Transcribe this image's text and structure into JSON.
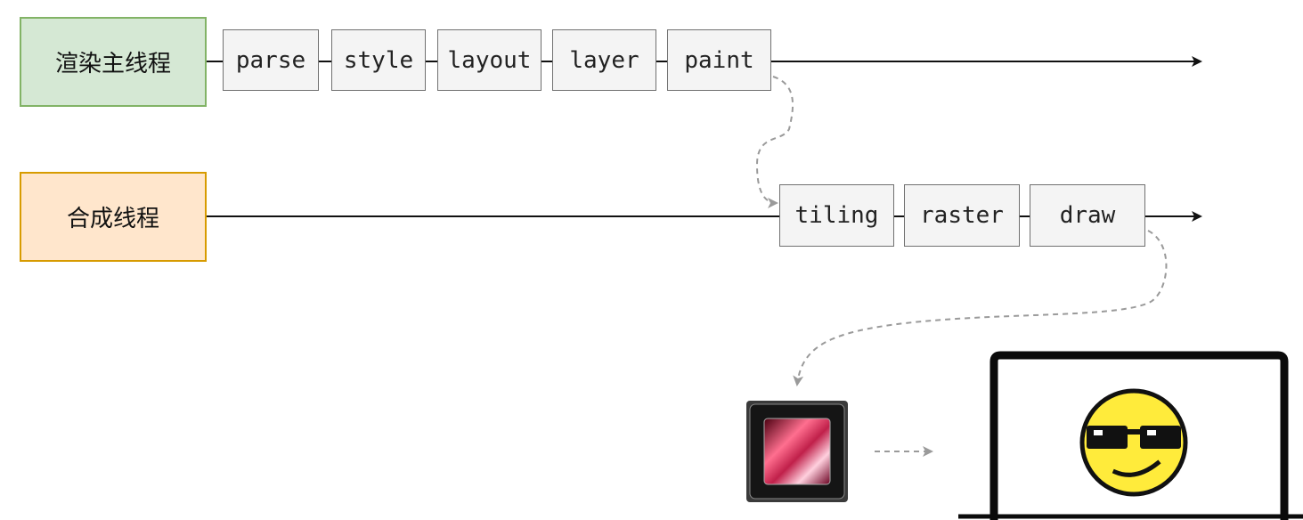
{
  "threads": {
    "main": {
      "label": "渲染主线程",
      "fill": "#d5e8d4",
      "stroke": "#82b366"
    },
    "compositor": {
      "label": "合成线程",
      "fill": "#ffe6cc",
      "stroke": "#d79b00"
    }
  },
  "main_steps": [
    {
      "label": "parse"
    },
    {
      "label": "style"
    },
    {
      "label": "layout"
    },
    {
      "label": "layer"
    },
    {
      "label": "paint"
    }
  ],
  "compositor_steps": [
    {
      "label": "tiling"
    },
    {
      "label": "raster"
    },
    {
      "label": "draw"
    }
  ],
  "icons": {
    "gpu": "gpu-chip-icon",
    "monitor": "monitor-icon",
    "face": "sunglasses-smiley-icon"
  },
  "colors": {
    "step_fill": "#f4f4f4",
    "step_stroke": "#707070",
    "dashed_arrow": "#9a9a9a",
    "timeline": "#111111"
  }
}
